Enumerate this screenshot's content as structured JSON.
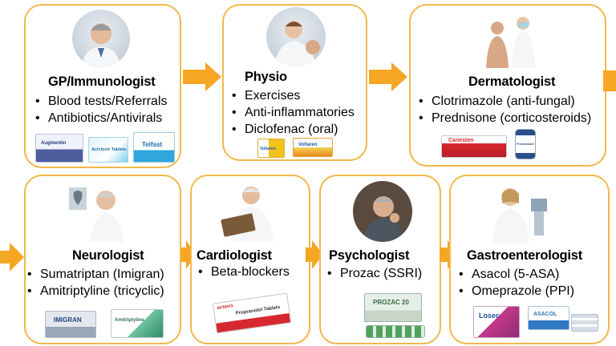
{
  "specialists": [
    {
      "title": "GP/Immunologist",
      "items": [
        "Blood tests/Referrals",
        "Antibiotics/Antivirals"
      ],
      "packs": [
        "Augmentin",
        "Aciclovir Tablets",
        "Telfast"
      ]
    },
    {
      "title": "Physio",
      "items": [
        "Exercises",
        "Anti-inflammatories",
        "Diclofenac (oral)"
      ],
      "packs": [
        "Voltaren",
        "Voltaren"
      ]
    },
    {
      "title": "Dermatologist",
      "items": [
        "Clotrimazole (anti-fungal)",
        "Prednisone (corticosteroids)"
      ],
      "packs": [
        "Canesten",
        "Prednisolone"
      ]
    },
    {
      "title": "Neurologist",
      "items": [
        "Sumatriptan (Imigran)",
        "Amitriptyline (tricyclic)"
      ],
      "packs": [
        "IMIGRAN",
        "Amitriptyline"
      ]
    },
    {
      "title": "Cardiologist",
      "items": [
        "Beta-blockers"
      ],
      "packs": [
        "Propranolol Tablets",
        "actavis"
      ]
    },
    {
      "title": "Psychologist",
      "items": [
        "Prozac (SSRI)"
      ],
      "packs": [
        "PROZAC 20"
      ]
    },
    {
      "title": "Gastroenterologist",
      "items": [
        "Asacol (5-ASA)",
        "Omeprazole (PPI)"
      ],
      "packs": [
        "Losec",
        "ASACOL"
      ]
    }
  ],
  "bullet": "•",
  "colors": {
    "card_border": "#f2b84a",
    "arrow": "#f5a623"
  }
}
